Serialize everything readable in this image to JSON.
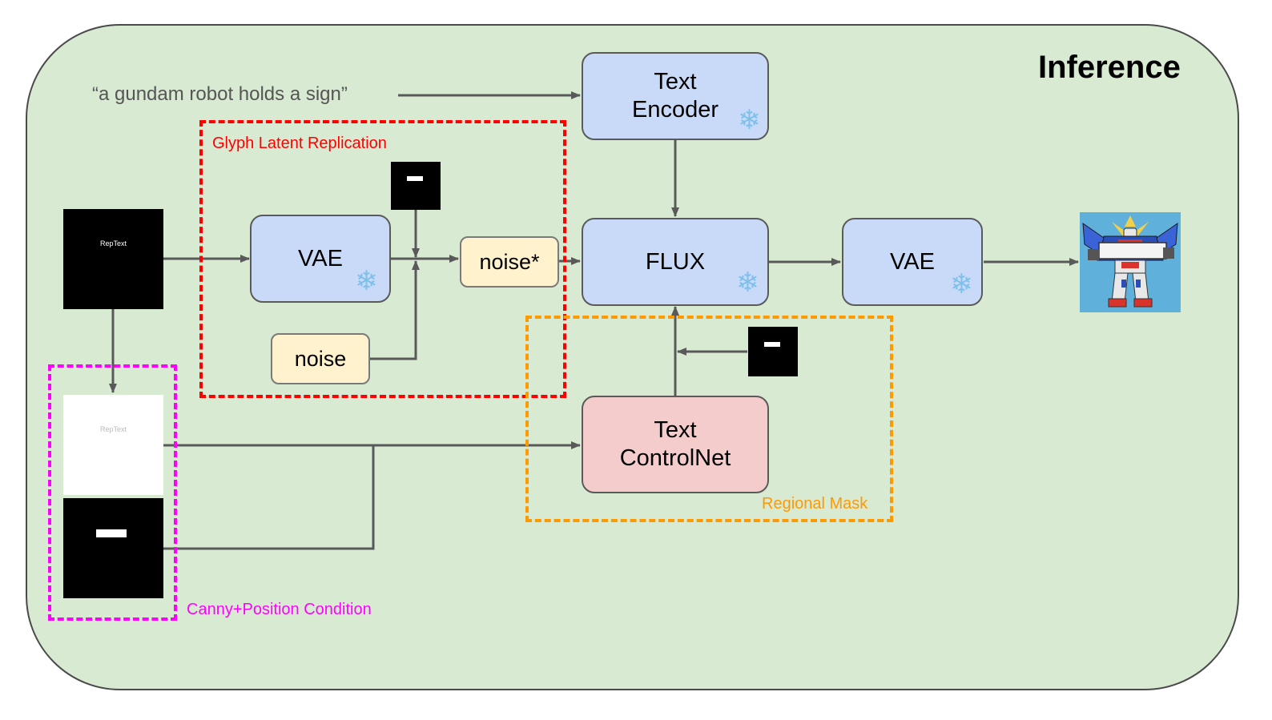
{
  "title": "Inference",
  "prompt": "“a gundam robot holds a sign”",
  "groups": {
    "glyph": {
      "label": "Glyph Latent Replication",
      "color": "#ff0000"
    },
    "regional": {
      "label": "Regional Mask",
      "color": "#ff9900"
    },
    "condition": {
      "label": "Canny+Position Condition",
      "color": "#ff00ff"
    }
  },
  "nodes": {
    "text_encoder": {
      "line1": "Text",
      "line2": "Encoder"
    },
    "vae_encode": {
      "label": "VAE"
    },
    "noise_star": {
      "label": "noise*"
    },
    "noise": {
      "label": "noise"
    },
    "flux": {
      "label": "FLUX"
    },
    "vae_decode": {
      "label": "VAE"
    },
    "controlnet": {
      "line1": "Text",
      "line2": "ControlNet"
    }
  },
  "glyph_image": {
    "text": "RepText"
  },
  "canny_image": {
    "text": "RepText"
  },
  "colors": {
    "panel": "#d9ead3",
    "blue_box": "#c9daf8",
    "pink_box": "#f4cccc",
    "cream_box": "#fff2cc",
    "wire": "#595959",
    "snowflake": "#7fc0ea"
  },
  "icons": [
    "snowflake-icon",
    "gundam-robot-icon"
  ]
}
